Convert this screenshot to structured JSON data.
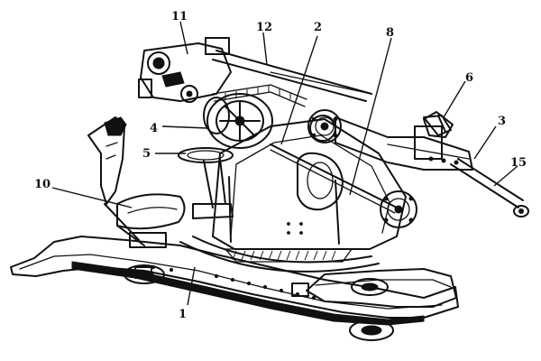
{
  "callouts": {
    "c1": "1",
    "c2": "2",
    "c3": "3",
    "c4": "4",
    "c5": "5",
    "c6": "6",
    "c8": "8",
    "c10": "10",
    "c11": "11",
    "c12": "12",
    "c15": "15"
  },
  "colors": {
    "ink": "#111111",
    "paper": "#ffffff"
  }
}
